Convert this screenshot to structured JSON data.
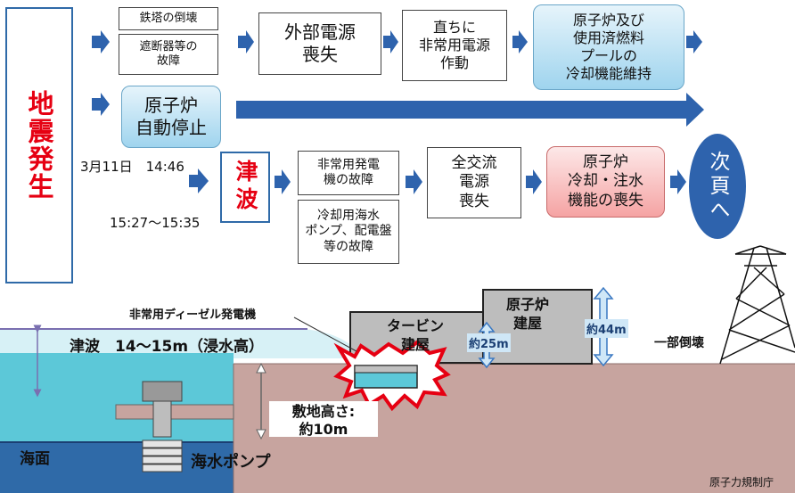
{
  "flow": {
    "earthquake": "地震発生",
    "tower_collapse": "鉄塔の倒壊",
    "breaker_failure": "遮断器等の\n故障",
    "external_power_loss": "外部電源\n喪失",
    "emergency_power_start": "直ちに\n非常用電源\n作動",
    "cooling_maintained": "原子炉及び\n使用済燃料\nプールの\n冷却機能維持",
    "auto_shutdown": "原子炉\n自動停止",
    "time_quake": "3月11日　14:46",
    "tsunami": "津波",
    "time_tsunami": "15:27～15:35",
    "generator_failure": "非常用発電\n機の故障",
    "pump_failure": "冷却用海水\nポンプ、配電盤\n等の故障",
    "ac_power_loss": "全交流\n電源\n喪失",
    "cooling_lost": "原子炉\n冷却・注水\n機能の喪失",
    "next_page": "次頁へ"
  },
  "diagram": {
    "diesel_generator": "非常用ディーゼル発電機",
    "tsunami_height": "津波　14～15m（浸水高）",
    "turbine_building": "タービン\n建屋",
    "reactor_building": "原子炉\n建屋",
    "turbine_height": "約25m",
    "reactor_height": "約44m",
    "partial_collapse": "一部倒壊",
    "site_height": "敷地高さ:\n約10m",
    "sea_level": "海面",
    "seawater_pump": "海水ポンプ",
    "source": "原子力規制庁"
  },
  "colors": {
    "arrow": "#2e63ad",
    "alert_red": "#e60012",
    "sea": "#5cc8d8",
    "deep_sea": "#2f6aa8",
    "ground": "#c7a49f",
    "building": "#bdbdbd"
  }
}
